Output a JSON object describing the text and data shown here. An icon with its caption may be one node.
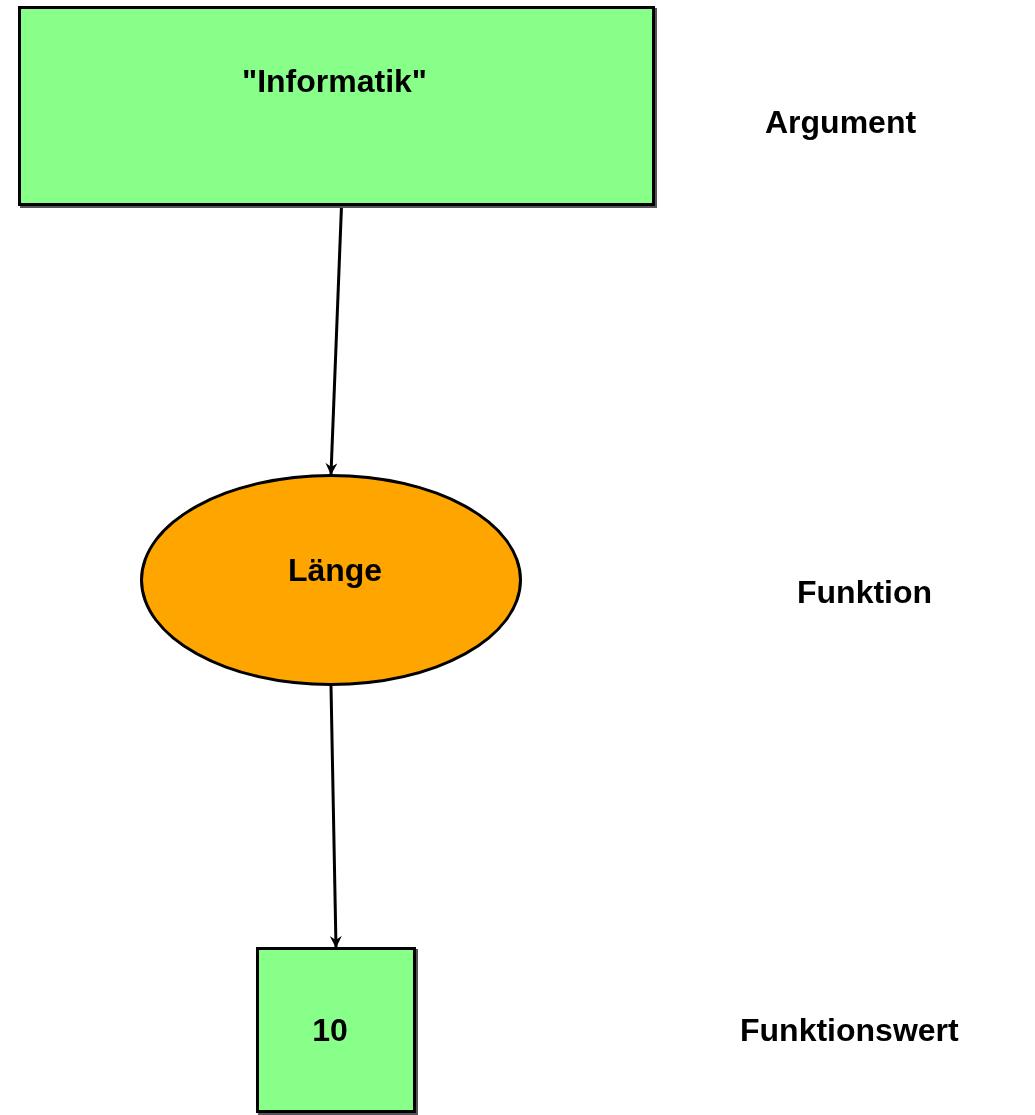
{
  "diagram": {
    "nodes": [
      {
        "text": [
          "\"Informatik\""
        ]
      },
      {
        "text": [
          "Länge"
        ]
      },
      {
        "text": [
          "10"
        ]
      }
    ],
    "edges": [
      {
        "from": 0,
        "to": 1,
        "arrow": "to"
      },
      {
        "from": 1,
        "to": 2,
        "arrow": "to"
      }
    ],
    "labels": [
      "Argument",
      "Funktion",
      "Funktionswert"
    ]
  }
}
